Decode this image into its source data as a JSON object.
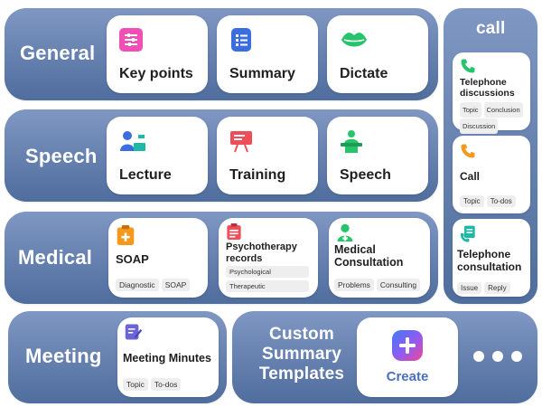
{
  "general": {
    "title": "General",
    "cards": {
      "key_points": "Key points",
      "summary": "Summary",
      "dictate": "Dictate"
    }
  },
  "speech": {
    "title": "Speech",
    "cards": {
      "lecture": "Lecture",
      "training": "Training",
      "speech": "Speech"
    }
  },
  "medical": {
    "title": "Medical",
    "soap": {
      "label": "SOAP",
      "tags": [
        "Diagnostic",
        "SOAP"
      ]
    },
    "psychotherapy": {
      "label": "Psychotherapy records",
      "tags": [
        "Psychological",
        "Therapeutic"
      ]
    },
    "consultation": {
      "label": "Medical Consultation",
      "tags": [
        "Problems",
        "Consulting"
      ]
    }
  },
  "call": {
    "title": "call",
    "telephone_discussions": {
      "label": "Telephone discussions",
      "tags": [
        "Topic",
        "Conclusion",
        "Discussion"
      ]
    },
    "call_card": {
      "label": "Call",
      "tags": [
        "Topic",
        "To-dos"
      ]
    },
    "telephone_consultation": {
      "label": "Telephone consultation",
      "tags": [
        "Issue",
        "Reply"
      ]
    }
  },
  "meeting": {
    "title": "Meeting",
    "minutes": {
      "label": "Meeting Minutes",
      "tags": [
        "Topic",
        "To-dos"
      ]
    }
  },
  "custom": {
    "title": "Custom Summary Templates",
    "create_label": "Create"
  },
  "colors": {
    "panel_gradient_top": "#7f97c3",
    "panel_gradient_bottom": "#4f6d9d",
    "icon_pink": "#f04fb5",
    "icon_blue": "#3b6fe0",
    "icon_green": "#27c46b",
    "icon_teal": "#1fb7a6",
    "icon_red": "#ef4e59",
    "icon_orange": "#f39a1e",
    "icon_purple": "#6b64d6"
  },
  "icons": {
    "key_points": "sliders-icon",
    "summary": "document-list-icon",
    "dictate": "lips-icon",
    "lecture": "lecturer-icon",
    "training": "easel-icon",
    "speech": "podium-icon",
    "soap": "medical-clipboard-icon",
    "psychotherapy": "clipboard-notes-icon",
    "consultation": "doctor-icon",
    "telephone_discussions": "phone-icon",
    "call": "phone-icon",
    "telephone_consultation": "phone-notes-icon",
    "meeting_minutes": "note-pen-icon",
    "create": "plus-icon",
    "more": "more-dots-icon"
  }
}
